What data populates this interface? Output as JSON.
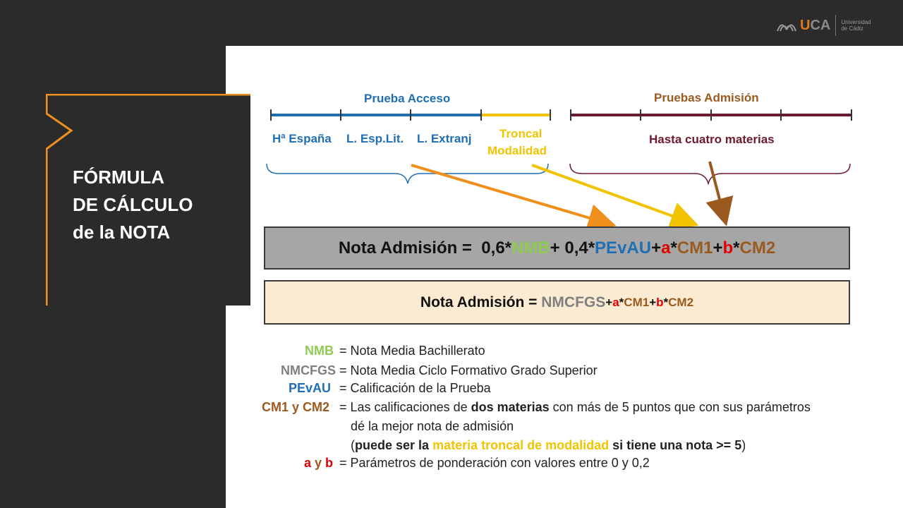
{
  "logo": {
    "uca_u": "U",
    "uca_ca": "CA",
    "sub1": "Universidad",
    "sub2": "de Cádiz"
  },
  "title": {
    "line1": "FÓRMULA",
    "line2": "DE CÁLCULO",
    "line3": "de la NOTA"
  },
  "diagram": {
    "prueba_acceso": "Prueba Acceso",
    "pruebas_admision": "Pruebas Admisión",
    "segments": [
      "Hª España",
      "L. Esp.Lit.",
      "L. Extranj"
    ],
    "troncal_line1": "Troncal",
    "troncal_line2": "Modalidad",
    "hasta": "Hasta cuatro materias"
  },
  "formula1": {
    "label": "Nota Admisión =",
    "coef1": "0,6*",
    "nmb": "NMB",
    "plus1": " + 0,4*",
    "pevau": "PEvAU",
    "plus2": " +",
    "a": "a",
    "star1": "*",
    "cm1": "CM1",
    "plus3": "+",
    "b": "b",
    "star2": "*",
    "cm2": "CM2"
  },
  "formula2": {
    "label": "Nota Admisión = ",
    "nmcfgs": "NMCFGS",
    "plus1": " +",
    "a": "a",
    "star1": "*",
    "cm1": "CM1",
    "plus2": "+",
    "b": "b",
    "star2": "*",
    "cm2": "CM2"
  },
  "legend": {
    "nmb_key": "NMB",
    "nmb_text": "=  Nota Media Bachillerato",
    "nmcfgs_key": "NMCFGS",
    "nmcfgs_text": "= Nota Media Ciclo Formativo Grado Superior",
    "pevau_key": "PEvAU",
    "pevau_text": "=  Calificación de la Prueba",
    "cm_key": "CM1 y CM2",
    "cm_text_a": "= Las calificaciones de ",
    "cm_text_b": "dos materias",
    "cm_text_c": " con más de 5 puntos que con sus parámetros",
    "cm_line2": "dé la  mejor nota de admisión",
    "cm_line3_open": "(",
    "cm_line3_a": "puede ser la ",
    "cm_line3_b": "materia troncal de modalidad",
    "cm_line3_c": " si tiene una nota >= 5",
    "cm_line3_close": ")",
    "ab_a": "a",
    "ab_y": " y ",
    "ab_b": "b",
    "ab_text": "= Parámetros de ponderación con valores entre 0 y 0,2"
  },
  "colors": {
    "blue": "#1f6fb5",
    "yellow": "#f2c400",
    "maroon": "#6e1a2c",
    "brown": "#9a5a1e",
    "orange": "#f0901c",
    "green": "#8fcb53",
    "red": "#e00000"
  }
}
